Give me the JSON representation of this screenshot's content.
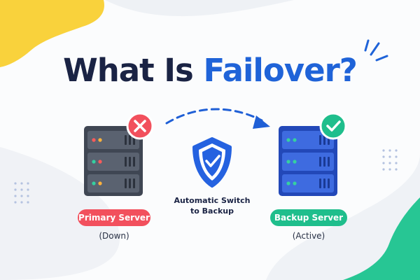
{
  "title": {
    "part1": "What Is ",
    "part2": "Failover?"
  },
  "colors": {
    "title_dark": "#1a2344",
    "title_accent": "#1f63d8",
    "failed": "#f2505d",
    "active": "#1fbe8c",
    "primary_server_body": "#3f4653",
    "backup_server_body": "#2248b8",
    "shield": "#2562e0",
    "arrow": "#1f5fd6"
  },
  "icons": {
    "failed_badge": "x-icon",
    "active_badge": "check-icon",
    "switch": "shield-check-icon"
  },
  "primary_server": {
    "label": "Primary Server",
    "status": "(Down)"
  },
  "backup_server": {
    "label": "Backup Server",
    "status": "(Active)"
  },
  "switch_caption": {
    "line1": "Automatic Switch",
    "line2": "to Backup"
  }
}
